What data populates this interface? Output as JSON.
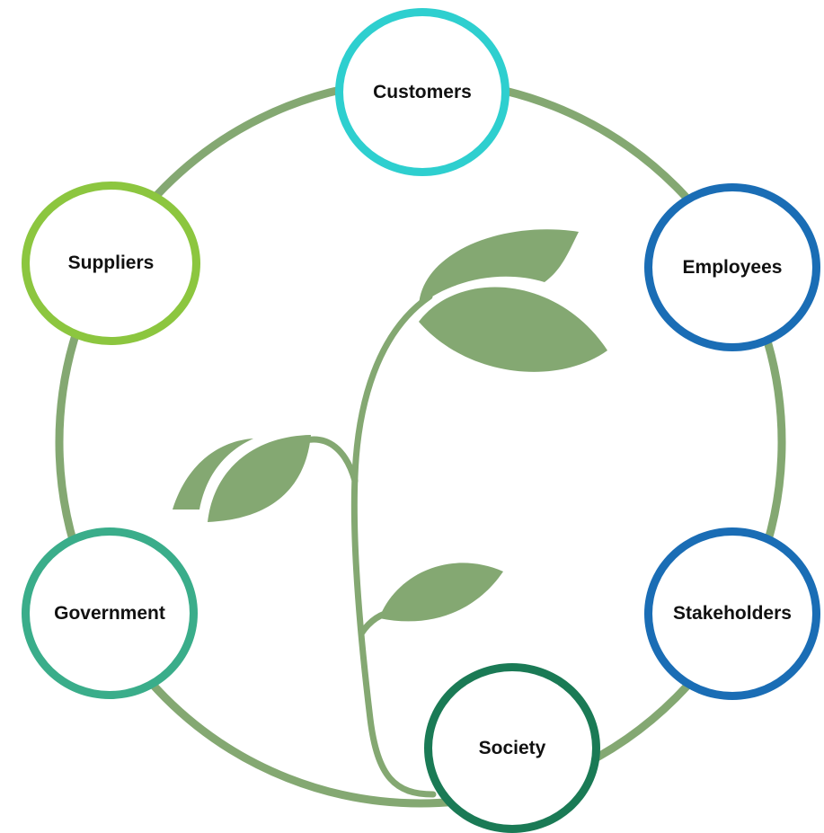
{
  "nodes": {
    "customers": "Customers",
    "suppliers": "Suppliers",
    "employees": "Employees",
    "government": "Government",
    "stakeholders": "Stakeholders",
    "society": "Society"
  },
  "colors": {
    "ring": "#84a872",
    "plant": "#84a872",
    "customers": "#2ecfcf",
    "suppliers": "#8cc63f",
    "employees": "#1a6db5",
    "government": "#3aad8a",
    "stakeholders": "#1a6db5",
    "society": "#1a7a55"
  }
}
